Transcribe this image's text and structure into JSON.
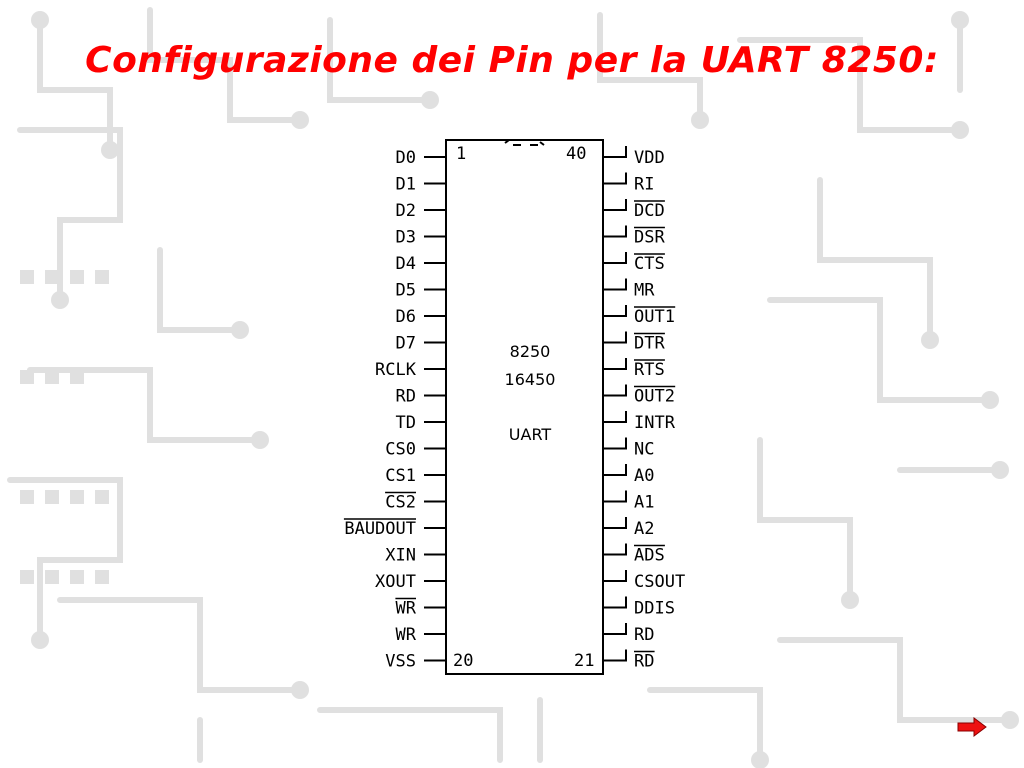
{
  "title": "Configurazione dei Pin per la UART 8250:",
  "chip": {
    "pin_first": "1",
    "pin_last": "40",
    "pin_bottom_left": "20",
    "pin_bottom_right": "21",
    "name_line1": "8250",
    "name_line2": "16450",
    "name_line3": "UART"
  },
  "left_pins": [
    {
      "label": "D0",
      "bar": false
    },
    {
      "label": "D1",
      "bar": false
    },
    {
      "label": "D2",
      "bar": false
    },
    {
      "label": "D3",
      "bar": false
    },
    {
      "label": "D4",
      "bar": false
    },
    {
      "label": "D5",
      "bar": false
    },
    {
      "label": "D6",
      "bar": false
    },
    {
      "label": "D7",
      "bar": false
    },
    {
      "label": "RCLK",
      "bar": false
    },
    {
      "label": "RD",
      "bar": false
    },
    {
      "label": "TD",
      "bar": false
    },
    {
      "label": "CS0",
      "bar": false
    },
    {
      "label": "CS1",
      "bar": false
    },
    {
      "label": "CS2",
      "bar": true
    },
    {
      "label": "BAUDOUT",
      "bar": true
    },
    {
      "label": "XIN",
      "bar": false
    },
    {
      "label": "XOUT",
      "bar": false
    },
    {
      "label": "WR",
      "bar": true
    },
    {
      "label": "WR",
      "bar": false
    },
    {
      "label": "VSS",
      "bar": false
    }
  ],
  "right_pins": [
    {
      "label": "VDD",
      "bar": false
    },
    {
      "label": "RI",
      "bar": false
    },
    {
      "label": "DCD",
      "bar": true
    },
    {
      "label": "DSR",
      "bar": true
    },
    {
      "label": "CTS",
      "bar": true
    },
    {
      "label": "MR",
      "bar": false
    },
    {
      "label": "OUT1",
      "bar": true
    },
    {
      "label": "DTR",
      "bar": true
    },
    {
      "label": "RTS",
      "bar": true
    },
    {
      "label": "OUT2",
      "bar": true
    },
    {
      "label": "INTR",
      "bar": false
    },
    {
      "label": "NC",
      "bar": false
    },
    {
      "label": "A0",
      "bar": false
    },
    {
      "label": "A1",
      "bar": false
    },
    {
      "label": "A2",
      "bar": false
    },
    {
      "label": "ADS",
      "bar": true
    },
    {
      "label": "CSOUT",
      "bar": false
    },
    {
      "label": "DDIS",
      "bar": false
    },
    {
      "label": "RD",
      "bar": false
    },
    {
      "label": "RD",
      "bar": true
    }
  ],
  "colors": {
    "title": "#ff0000",
    "arrow": "#ee1111",
    "trace": "#dcdcdc"
  },
  "icons": {
    "next": "red-arrow-right-icon"
  }
}
